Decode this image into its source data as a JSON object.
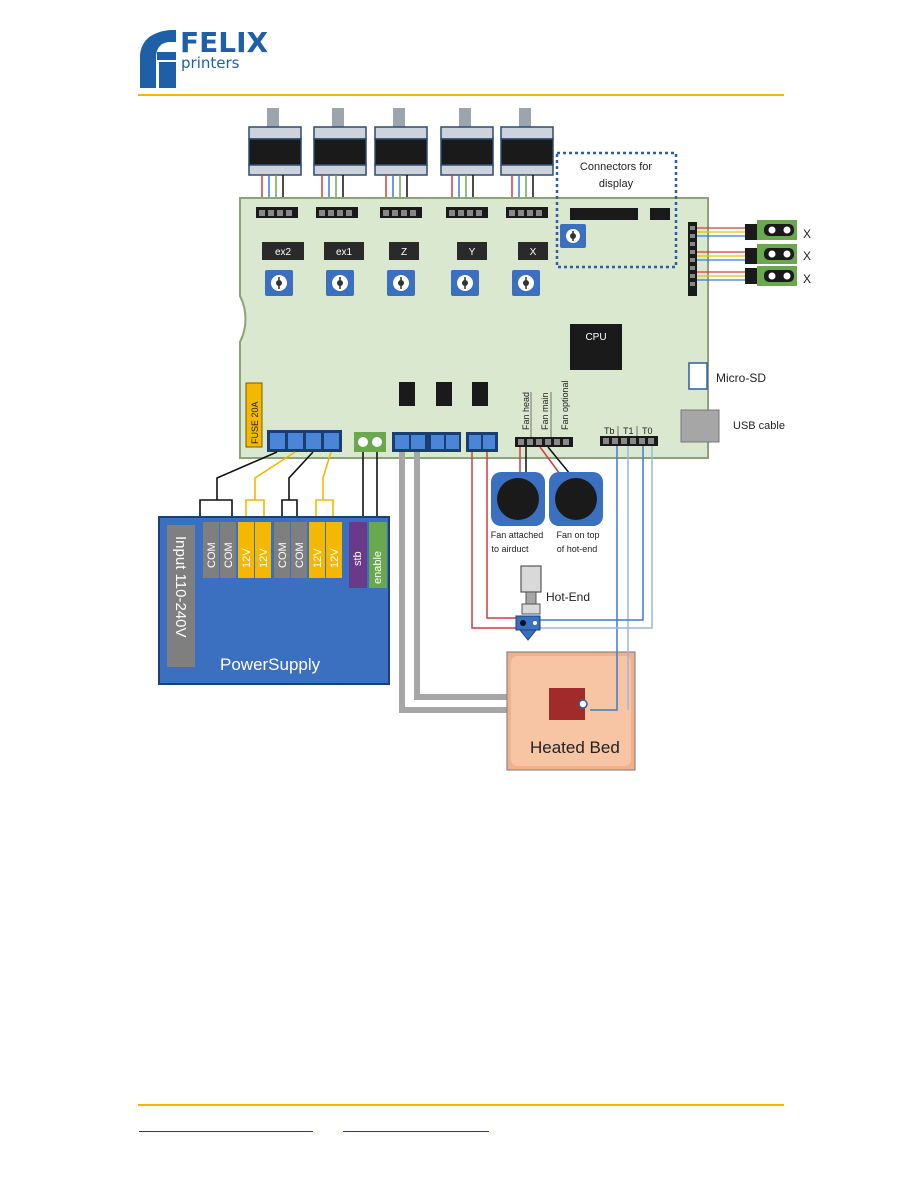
{
  "header": {
    "brand_name": "FELIX",
    "brand_sub": "printers",
    "accent_color": "#f5b800",
    "brand_color": "#1f5fa8"
  },
  "board": {
    "driver_labels": [
      "ex2",
      "ex1",
      "Z",
      "Y",
      "X"
    ],
    "display_label_line1": "Connectors for",
    "display_label_line2": "display",
    "cpu_label": "CPU",
    "fuse_label": "FUSE 20A",
    "fan_labels": [
      "Fan head",
      "Fan main",
      "Fan optional"
    ],
    "thermo_labels": [
      "Tb",
      "T1",
      "T0"
    ],
    "board_color": "#d9e8cf"
  },
  "endstops": {
    "labels": [
      "X",
      "X",
      "X"
    ]
  },
  "peripherals": {
    "micro_sd": "Micro-SD",
    "usb": "USB cable",
    "fan1_line1": "Fan attached",
    "fan1_line2": "to airduct",
    "fan2_line1": "Fan on top",
    "fan2_line2": "of hot-end",
    "hotend": "Hot-End",
    "heated_bed": "Heated Bed"
  },
  "power_supply": {
    "title": "PowerSupply",
    "input": "Input 110-240V",
    "terminals": [
      "COM",
      "COM",
      "12V",
      "12V",
      "COM",
      "COM",
      "12V",
      "12V"
    ],
    "stb": "stb",
    "enable": "enable",
    "color": "#3b6fbf"
  }
}
